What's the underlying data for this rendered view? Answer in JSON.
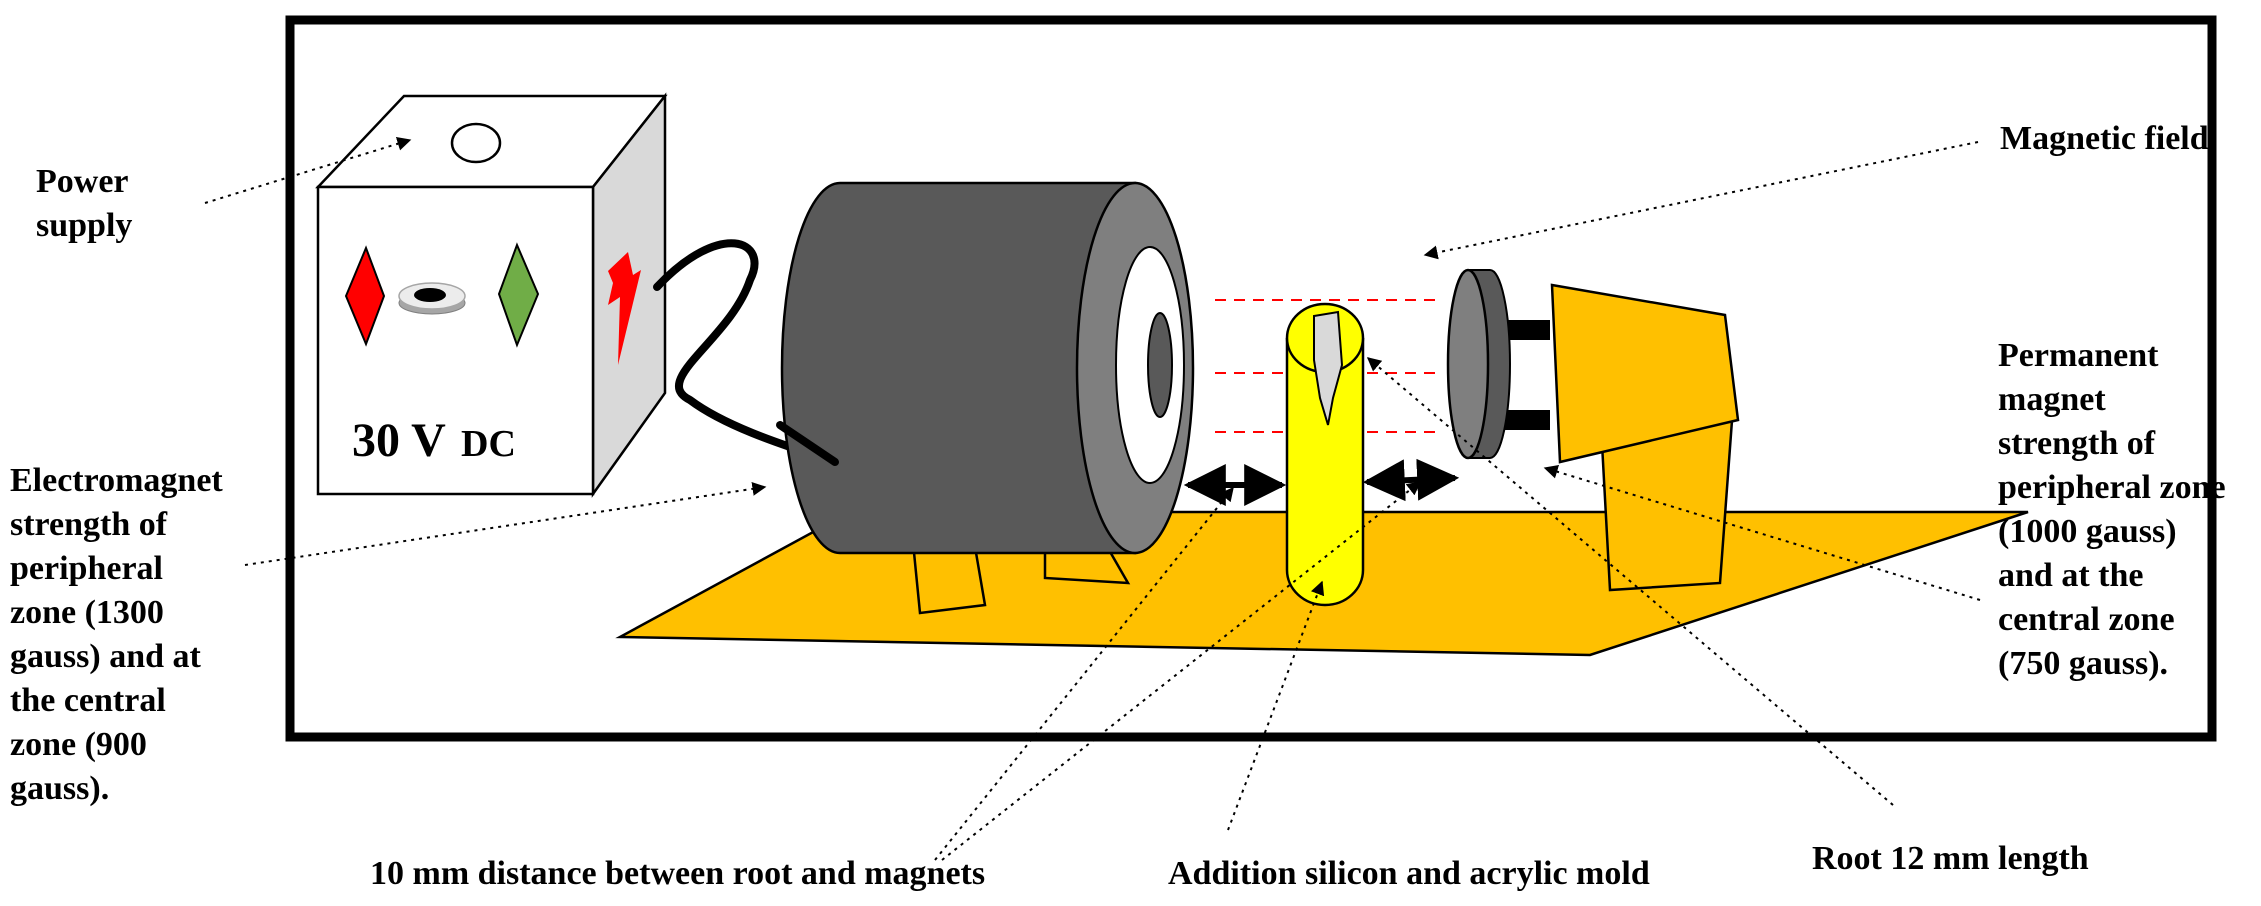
{
  "labels": {
    "power_supply": [
      "Power",
      "supply"
    ],
    "magnetic_field": "Magnetic field",
    "permanent_magnet": [
      "Permanent",
      "magnet",
      "strength of",
      "peripheral zone",
      "(1000 gauss)",
      "and at the",
      "central zone",
      "(750 gauss)."
    ],
    "electromagnet": [
      "Electromagnet",
      "strength of",
      "peripheral",
      "zone (1300",
      "gauss) and at",
      "the central",
      "zone (900",
      "gauss)."
    ],
    "distance": "10 mm distance between root and magnets",
    "mold": "Addition silicon and acrylic mold",
    "root": "Root 12 mm length"
  },
  "power_box": {
    "voltage": "30 V",
    "current_type": "DC"
  },
  "colors": {
    "frame": "#000000",
    "base": "#ffc000",
    "magnet_body": "#595959",
    "magnet_face": "#7f7f7f",
    "mold": "#ffff00",
    "root": "#d9d9d9",
    "field_lines": "#ff0000",
    "red_diamond": "#ff0000",
    "green_diamond": "#70ad47",
    "box_side": "#d9d9d9"
  },
  "icons": {
    "lightning": "lightning-bolt-icon",
    "red_indicator": "red-diamond-icon",
    "green_indicator": "green-diamond-icon",
    "switch": "power-switch-icon"
  }
}
